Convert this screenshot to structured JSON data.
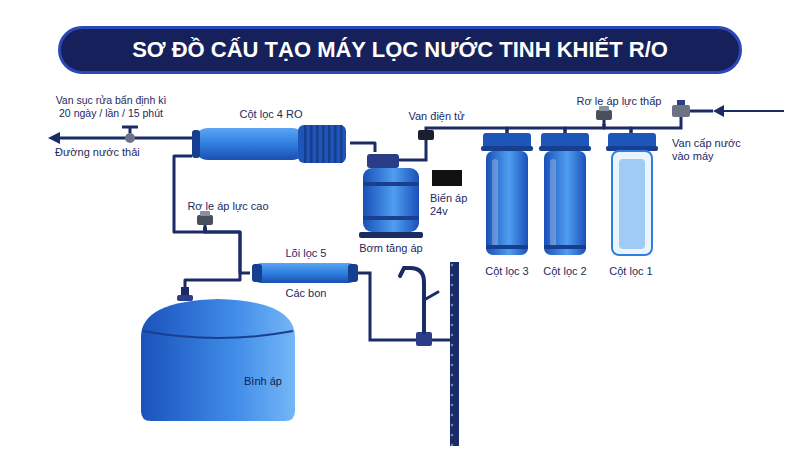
{
  "diagram": {
    "title": "SƠ ĐỒ CẤU TẠO MÁY LỌC NƯỚC TINH KHIẾT R/O",
    "nodes": [
      {
        "text": [
          "Van cấp nước vào máy"
        ]
      },
      {
        "text": [
          "Cột lọc 1"
        ]
      },
      {
        "text": [
          "Rơ le áp lực thấp"
        ]
      },
      {
        "text": [
          "Cột lọc 2"
        ]
      },
      {
        "text": [
          "Cột lọc 3"
        ]
      },
      {
        "text": [
          "Van điện tử"
        ]
      },
      {
        "text": [
          "Bơm tăng áp"
        ]
      },
      {
        "text": [
          "Biến áp 24v"
        ]
      },
      {
        "text": [
          "Cột lọc 4 RO"
        ]
      },
      {
        "text": [
          "Van sục rửa bẩn định kì 20 ngày / lần / 15 phút"
        ]
      },
      {
        "text": [
          "Rơ le áp lực cao"
        ]
      },
      {
        "text": [
          "Lõi lọc 5",
          "Các bon"
        ]
      },
      {
        "text": [
          "Bình áp"
        ]
      }
    ],
    "edges": [
      {
        "from": 0,
        "to": 1,
        "arrow": "none"
      },
      {
        "from": 1,
        "to": 2,
        "arrow": "none"
      },
      {
        "from": 2,
        "to": 3,
        "arrow": "none"
      },
      {
        "from": 3,
        "to": 4,
        "arrow": "none"
      },
      {
        "from": 4,
        "to": 5,
        "arrow": "none"
      },
      {
        "from": 5,
        "to": 6,
        "arrow": "none"
      },
      {
        "from": 6,
        "to": 8,
        "arrow": "none"
      },
      {
        "from": 8,
        "to": 9,
        "arrow": "none"
      },
      {
        "from": 8,
        "to": 10,
        "arrow": "none"
      },
      {
        "from": 10,
        "to": 11,
        "arrow": "none"
      },
      {
        "from": 10,
        "to": 12,
        "arrow": "none"
      }
    ],
    "labels": [
      "Đường nước thải"
    ]
  }
}
